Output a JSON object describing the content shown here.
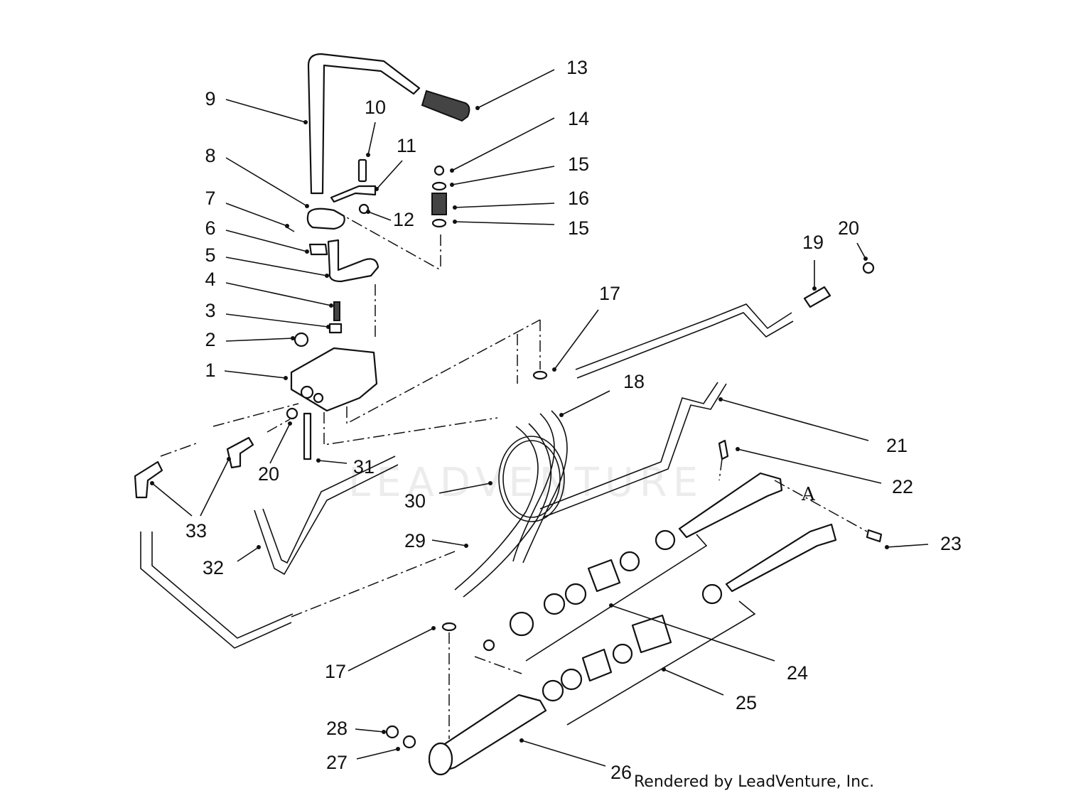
{
  "callouts": [
    {
      "num": "1"
    },
    {
      "num": "2"
    },
    {
      "num": "3"
    },
    {
      "num": "4"
    },
    {
      "num": "5"
    },
    {
      "num": "6"
    },
    {
      "num": "7"
    },
    {
      "num": "8"
    },
    {
      "num": "9"
    },
    {
      "num": "10"
    },
    {
      "num": "11"
    },
    {
      "num": "12"
    },
    {
      "num": "13"
    },
    {
      "num": "14"
    },
    {
      "num": "15"
    },
    {
      "num": "16"
    },
    {
      "num": "15"
    },
    {
      "num": "17"
    },
    {
      "num": "18"
    },
    {
      "num": "19"
    },
    {
      "num": "20"
    },
    {
      "num": "20"
    },
    {
      "num": "21"
    },
    {
      "num": "22"
    },
    {
      "num": "23"
    },
    {
      "num": "24"
    },
    {
      "num": "25"
    },
    {
      "num": "26"
    },
    {
      "num": "27"
    },
    {
      "num": "28"
    },
    {
      "num": "29"
    },
    {
      "num": "30"
    },
    {
      "num": "31"
    },
    {
      "num": "32"
    },
    {
      "num": "33"
    },
    {
      "num": "17"
    }
  ],
  "reference_letter": "A",
  "watermark": "LEADVENTURE",
  "credit": "Rendered by LeadVenture, Inc."
}
